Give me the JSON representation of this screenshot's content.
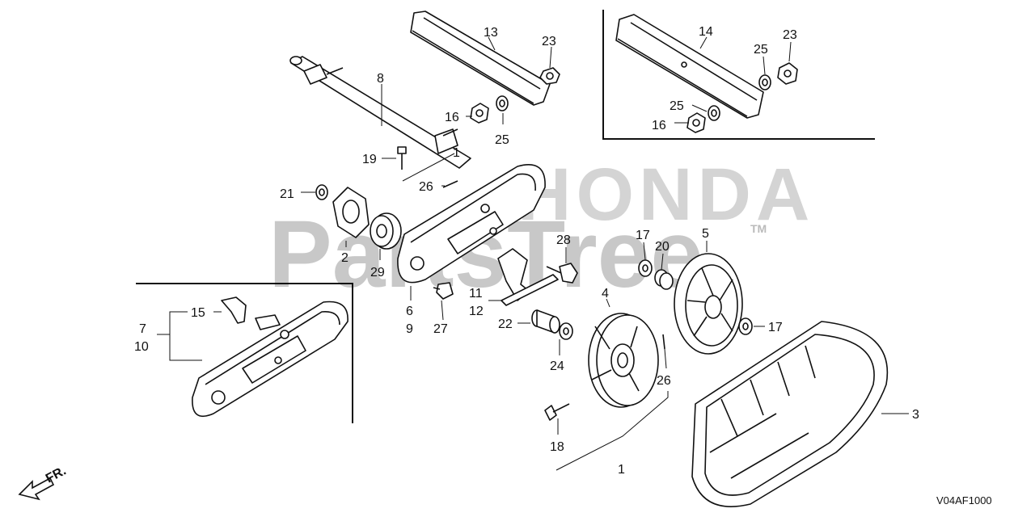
{
  "watermark": {
    "brand": "HONDA",
    "site": "PartsTree",
    "tm": "TM"
  },
  "diagram_code": "V04AF1000",
  "direction_label": "FR.",
  "callouts": [
    {
      "id": "13",
      "text": "13"
    },
    {
      "id": "23a",
      "text": "23"
    },
    {
      "id": "8",
      "text": "8"
    },
    {
      "id": "16a",
      "text": "16"
    },
    {
      "id": "25a",
      "text": "25"
    },
    {
      "id": "19",
      "text": "19"
    },
    {
      "id": "1a",
      "text": "1"
    },
    {
      "id": "26a",
      "text": "26"
    },
    {
      "id": "21",
      "text": "21"
    },
    {
      "id": "2",
      "text": "2"
    },
    {
      "id": "29",
      "text": "29"
    },
    {
      "id": "6",
      "text": "6"
    },
    {
      "id": "9",
      "text": "9"
    },
    {
      "id": "14",
      "text": "14"
    },
    {
      "id": "25b",
      "text": "25"
    },
    {
      "id": "23b",
      "text": "23"
    },
    {
      "id": "25c",
      "text": "25"
    },
    {
      "id": "16b",
      "text": "16"
    },
    {
      "id": "28",
      "text": "28"
    },
    {
      "id": "17a",
      "text": "17"
    },
    {
      "id": "20",
      "text": "20"
    },
    {
      "id": "5",
      "text": "5"
    },
    {
      "id": "11",
      "text": "11"
    },
    {
      "id": "12",
      "text": "12"
    },
    {
      "id": "27",
      "text": "27"
    },
    {
      "id": "4",
      "text": "4"
    },
    {
      "id": "22",
      "text": "22"
    },
    {
      "id": "24",
      "text": "24"
    },
    {
      "id": "17b",
      "text": "17"
    },
    {
      "id": "26b",
      "text": "26"
    },
    {
      "id": "15",
      "text": "15"
    },
    {
      "id": "7",
      "text": "7"
    },
    {
      "id": "10",
      "text": "10"
    },
    {
      "id": "18",
      "text": "18"
    },
    {
      "id": "1b",
      "text": "1"
    },
    {
      "id": "3",
      "text": "3"
    }
  ]
}
